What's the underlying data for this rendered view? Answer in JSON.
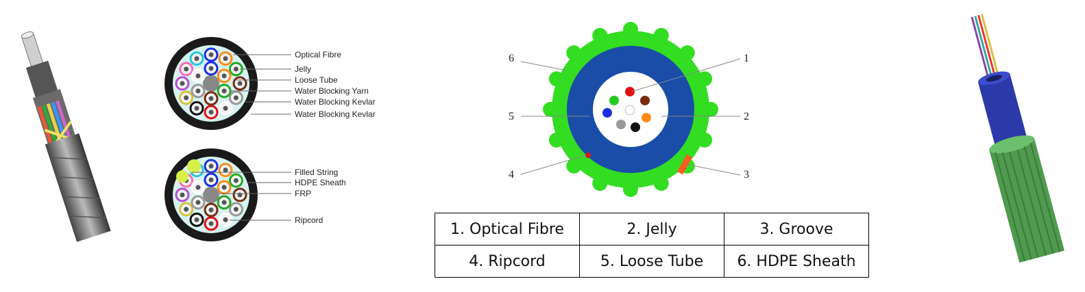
{
  "section_a": {
    "labels": [
      "Optical Fibre",
      "Jelly",
      "Loose Tube",
      "Water Blocking Yarn",
      "Water Blocking Kevlar",
      "Water Blocking Kevlar"
    ]
  },
  "section_b": {
    "labels": [
      "Filled String",
      "HDPE Sheath",
      "FRP",
      "Ripcord"
    ]
  },
  "grooved_section": {
    "numbers": [
      "1",
      "2",
      "3",
      "4",
      "5",
      "6"
    ]
  },
  "legend": {
    "rows": [
      [
        "1. Optical Fibre",
        "2. Jelly",
        "3. Groove"
      ],
      [
        "4. Ripcord",
        "5. Loose Tube",
        "6. HDPE Sheath"
      ]
    ]
  },
  "colors": {
    "jacket_black": "#1a1a1a",
    "hdpe_green": "#33dd22",
    "loose_tube_blue": "#1a4da8",
    "groove_orange": "#ff5a1f",
    "ripcord_red": "#d81818",
    "aerial_green": "#4f9a4f"
  },
  "images": {
    "stranded_cable": "stranded loose tube cable cutaway",
    "grooved_cable": "grooved central tube cable cutaway"
  }
}
